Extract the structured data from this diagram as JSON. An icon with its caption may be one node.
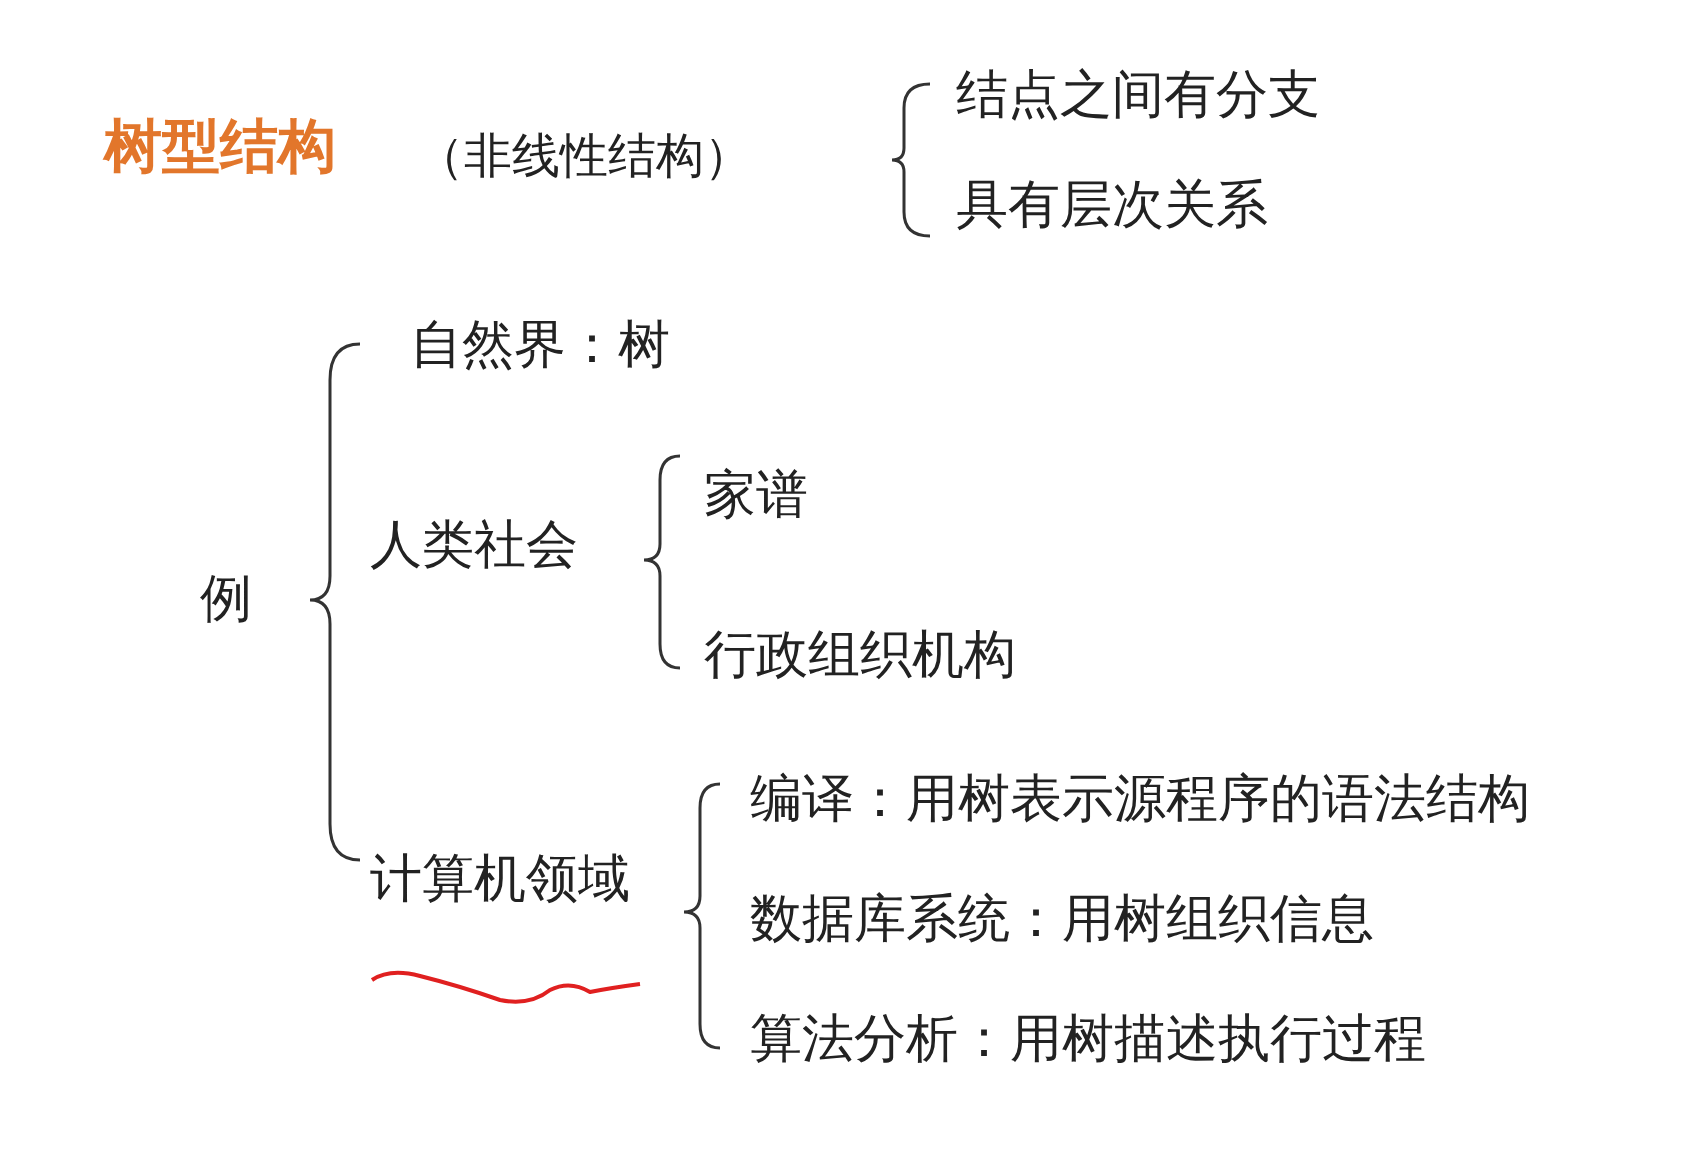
{
  "diagram": {
    "title": "树型结构",
    "labels": [
      "（非线性结构）",
      "结点之间有分支",
      "具有层次关系",
      "自然界：树",
      "例",
      "人类社会",
      "家谱",
      "行政组织机构",
      "编译：用树表示源程序的语法结构",
      "计算机领域",
      "数据库系统：用树组织信息",
      "算法分析：用树描述执行过程"
    ]
  }
}
